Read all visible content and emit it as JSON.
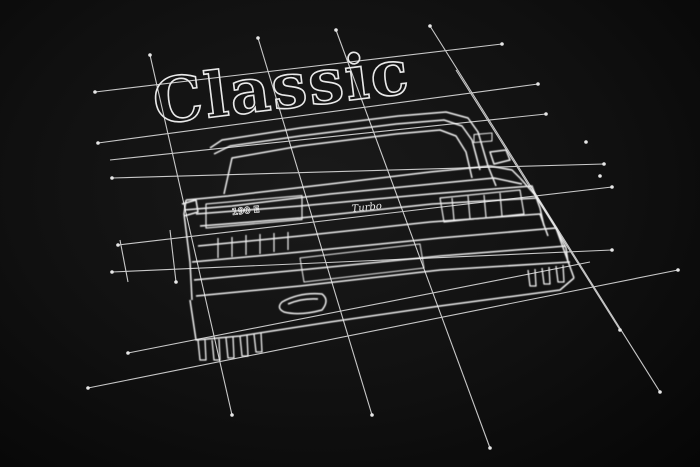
{
  "print": {
    "headline": "Classic",
    "badge_left": "190 E",
    "badge_center": "Turbo",
    "colors": {
      "fabric": "#0b0b0b",
      "ink": "#e9e9e9"
    }
  }
}
